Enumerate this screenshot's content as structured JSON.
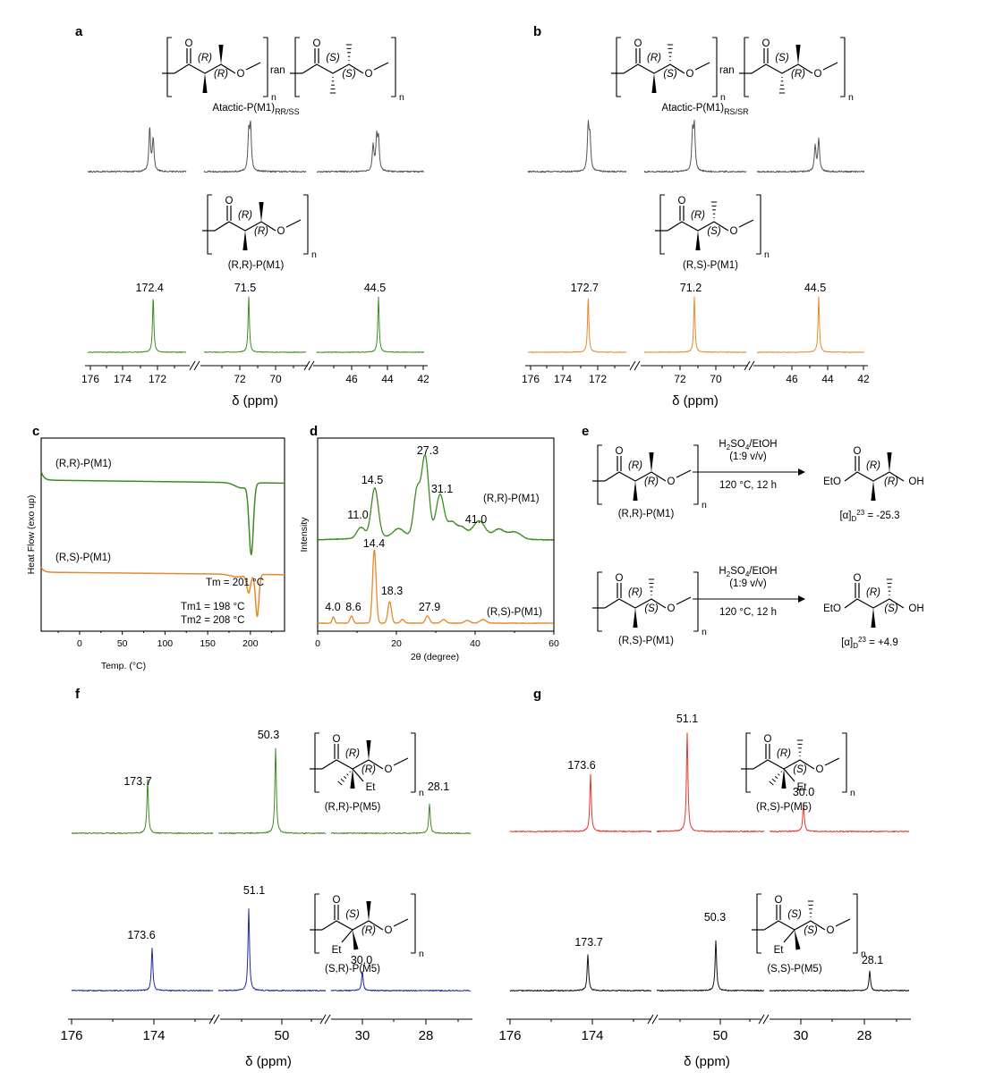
{
  "chart_data": [
    {
      "type": "line",
      "panel": "a",
      "structure_label": "Atactic-P(M1)RR/SS",
      "structure_label_2": "(R,R)-P(M1)",
      "xlabel": "δ (ppm)",
      "tick_labels": [
        "176",
        "174",
        "172",
        "72",
        "70",
        "46",
        "44",
        "42"
      ],
      "series": [
        {
          "name": "Atactic-P(M1)RR/SS",
          "color": "#555555",
          "peaks": [
            172.6,
            172.4,
            71.5,
            71.4,
            44.8,
            44.6,
            44.5
          ]
        },
        {
          "name": "(R,R)-P(M1)",
          "color": "#3d8b22",
          "peaks": [
            172.4,
            71.5,
            44.5
          ]
        }
      ],
      "peak_labels": [
        "172.4",
        "71.5",
        "44.5"
      ]
    },
    {
      "type": "line",
      "panel": "b",
      "structure_label": "Atactic-P(M1)RS/SR",
      "structure_label_2": "(R,S)-P(M1)",
      "xlabel": "δ (ppm)",
      "tick_labels": [
        "176",
        "174",
        "172",
        "72",
        "70",
        "46",
        "44",
        "42"
      ],
      "series": [
        {
          "name": "Atactic-P(M1)RS/SR",
          "color": "#555555",
          "peaks": [
            172.7,
            172.6,
            71.3,
            71.2,
            44.7,
            44.5
          ]
        },
        {
          "name": "(R,S)-P(M1)",
          "color": "#e8892c",
          "peaks": [
            172.7,
            71.2,
            44.5
          ]
        }
      ],
      "peak_labels": [
        "172.7",
        "71.2",
        "44.5"
      ]
    },
    {
      "type": "line",
      "panel": "c",
      "xlabel": "Temp. (°C)",
      "ylabel": "Heat Flow (exo up)",
      "xlim": [
        -45,
        240
      ],
      "x_ticks": [
        "0",
        "50",
        "100",
        "150",
        "200"
      ],
      "series": [
        {
          "name": "(R,R)-P(M1)",
          "color": "#3d8b22",
          "melting_peaks": [
            201
          ]
        },
        {
          "name": "(R,S)-P(M1)",
          "color": "#e8892c",
          "melting_peaks": [
            198,
            208
          ]
        }
      ],
      "annotations": [
        "Tm = 201 °C",
        "Tm1 = 198 °C",
        "Tm2 = 208 °C"
      ]
    },
    {
      "type": "line",
      "panel": "d",
      "xlabel": "2θ (degree)",
      "ylabel": "Intensity",
      "xlim": [
        0,
        60
      ],
      "x_ticks": [
        "0",
        "20",
        "40",
        "60"
      ],
      "series": [
        {
          "name": "(R,R)-P(M1)",
          "color": "#3d8b22",
          "peaks": [
            11.0,
            14.5,
            27.3,
            31.1,
            41.0
          ],
          "peak_labels": [
            "11.0",
            "14.5",
            "27.3",
            "31.1",
            "41.0"
          ]
        },
        {
          "name": "(R,S)-P(M1)",
          "color": "#e8892c",
          "peaks": [
            4.0,
            8.6,
            14.4,
            18.3,
            27.9
          ],
          "peak_labels": [
            "4.0",
            "8.6",
            "14.4",
            "18.3",
            "27.9"
          ]
        }
      ]
    },
    {
      "type": "line",
      "panel": "f",
      "xlabel": "δ (ppm)",
      "tick_labels": [
        "176",
        "174",
        "50",
        "30",
        "28"
      ],
      "series": [
        {
          "name": "(R,R)-P(M5)",
          "color": "#3d8b22",
          "peaks": [
            173.7,
            50.3,
            28.1
          ],
          "peak_labels": [
            "173.7",
            "50.3",
            "28.1"
          ]
        },
        {
          "name": "(S,R)-P(M5)",
          "color": "#1f2a99",
          "peaks": [
            173.6,
            51.1,
            30.0
          ],
          "peak_labels": [
            "173.6",
            "51.1",
            "30.0"
          ]
        }
      ]
    },
    {
      "type": "line",
      "panel": "g",
      "xlabel": "δ (ppm)",
      "tick_labels": [
        "176",
        "174",
        "50",
        "30",
        "28"
      ],
      "series": [
        {
          "name": "(R,S)-P(M5)",
          "color": "#e2382c",
          "peaks": [
            173.6,
            51.1,
            30.0
          ],
          "peak_labels": [
            "173.6",
            "51.1",
            "30.0"
          ]
        },
        {
          "name": "(S,S)-P(M5)",
          "color": "#111111",
          "peaks": [
            173.7,
            50.3,
            28.1
          ],
          "peak_labels": [
            "173.7",
            "50.3",
            "28.1"
          ]
        }
      ]
    }
  ],
  "panel_e": {
    "reagent": "H2SO4/EtOH",
    "ratio": "(1:9 v/v)",
    "conditions": "120 °C, 12 h",
    "reaction_1": {
      "substrate": "(R,R)-P(M1)",
      "rotation": "[α]D23 = -25.3"
    },
    "reaction_2": {
      "substrate": "(R,S)-P(M1)",
      "rotation": "[α]D23 = +4.9"
    }
  },
  "labels": {
    "a": "a",
    "b": "b",
    "c": "c",
    "d": "d",
    "e": "e",
    "f": "f",
    "g": "g",
    "ran": "ran",
    "n": "n",
    "O": "O",
    "Et": "Et",
    "EtO": "EtO",
    "OH": "OH",
    "R": "R",
    "S": "S",
    "atactic_rrss": "Atactic-P(M1)RR/SS",
    "atactic_rssr": "Atactic-P(M1)RS/SR",
    "rr_m1": "(R,R)-P(M1)",
    "rs_m1": "(R,S)-P(M1)",
    "rr_m5": "(R,R)-P(M5)",
    "sr_m5": "(S,R)-P(M5)",
    "rs_m5": "(R,S)-P(M5)",
    "ss_m5": "(S,S)-P(M5)"
  },
  "colors": {
    "atactic": "#555555",
    "rr": "#3d8b22",
    "rs": "#e8892c",
    "sr_m5": "#1f2a99",
    "rs_m5": "#e2382c",
    "ss_m5": "#111111"
  }
}
